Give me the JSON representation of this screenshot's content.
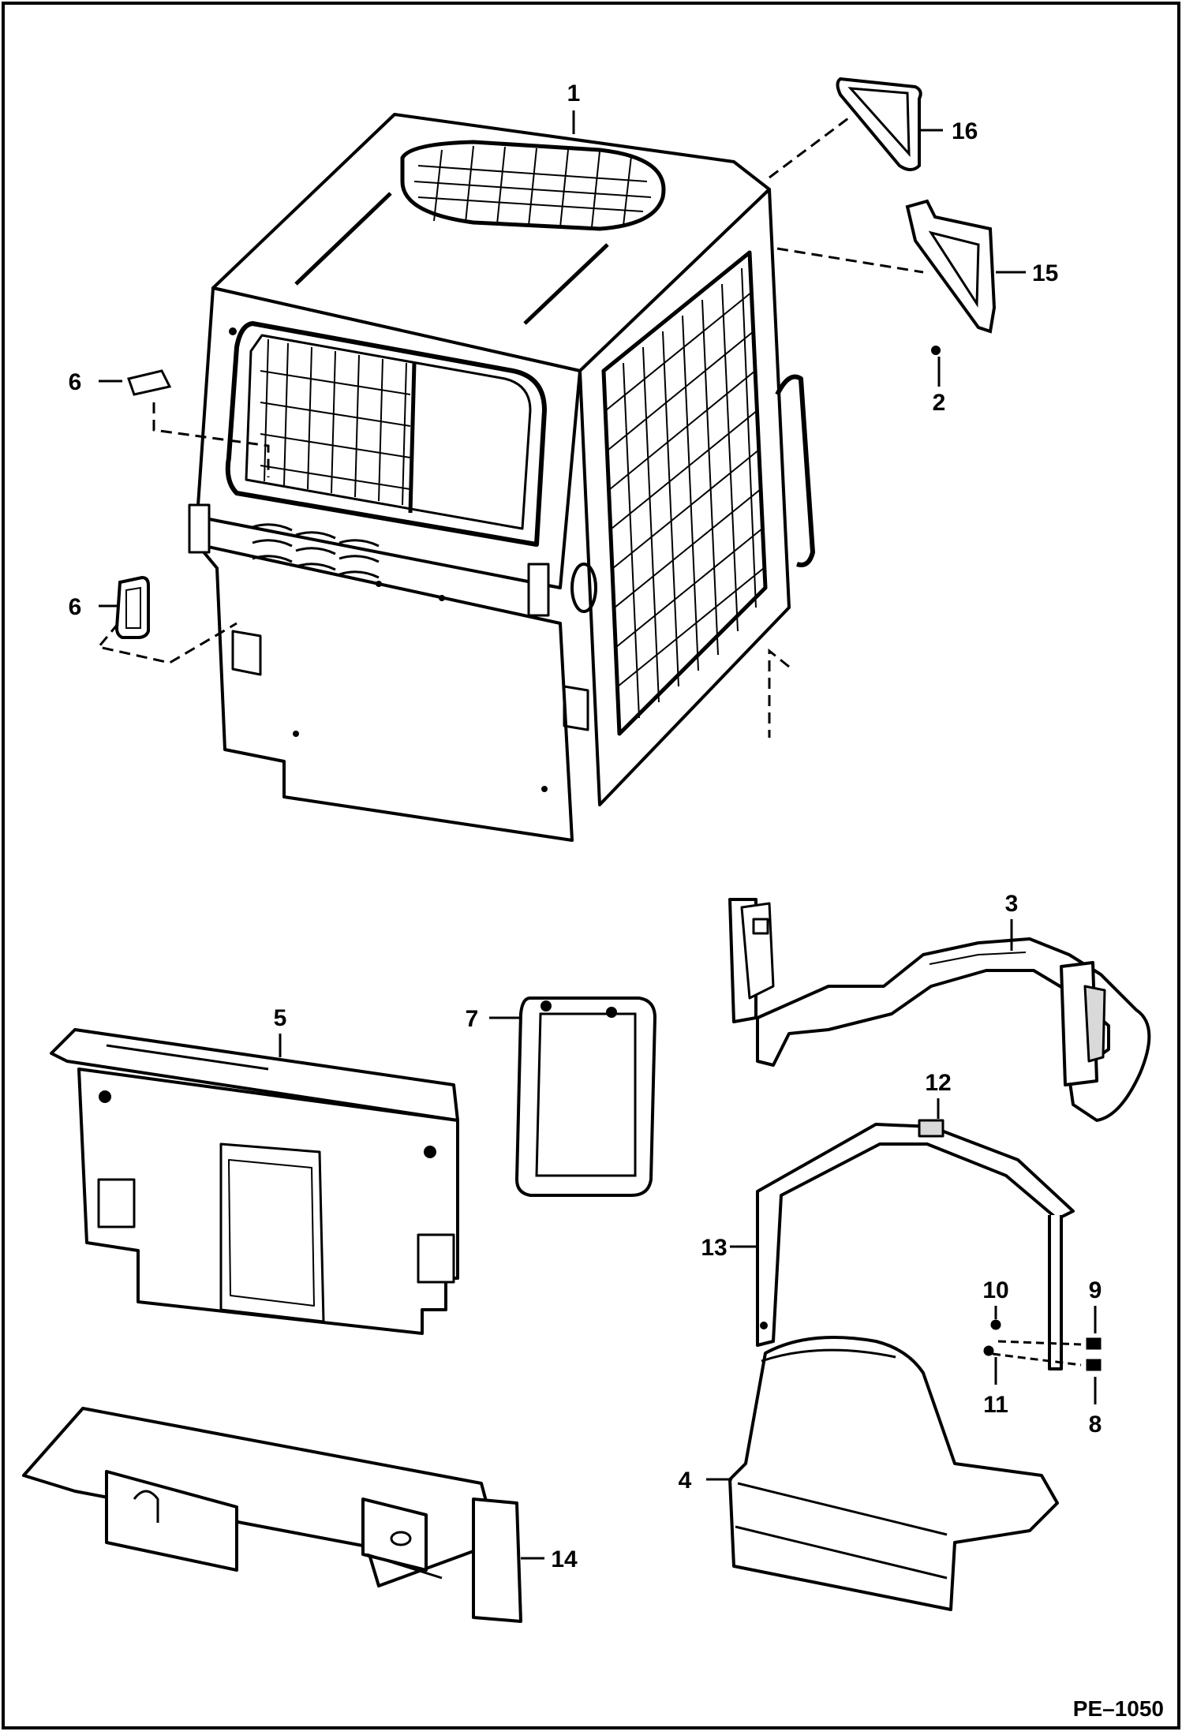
{
  "callouts": {
    "c1": "1",
    "c2": "2",
    "c3": "3",
    "c4": "4",
    "c5": "5",
    "c6a": "6",
    "c6b": "6",
    "c7": "7",
    "c8": "8",
    "c9": "9",
    "c10": "10",
    "c11": "11",
    "c12": "12",
    "c13": "13",
    "c14": "14",
    "c15": "15",
    "c16": "16"
  },
  "figure_code": "PE–1050",
  "colors": {
    "line": "#000000",
    "background": "#ffffff",
    "shade": "#d9d9d9"
  }
}
